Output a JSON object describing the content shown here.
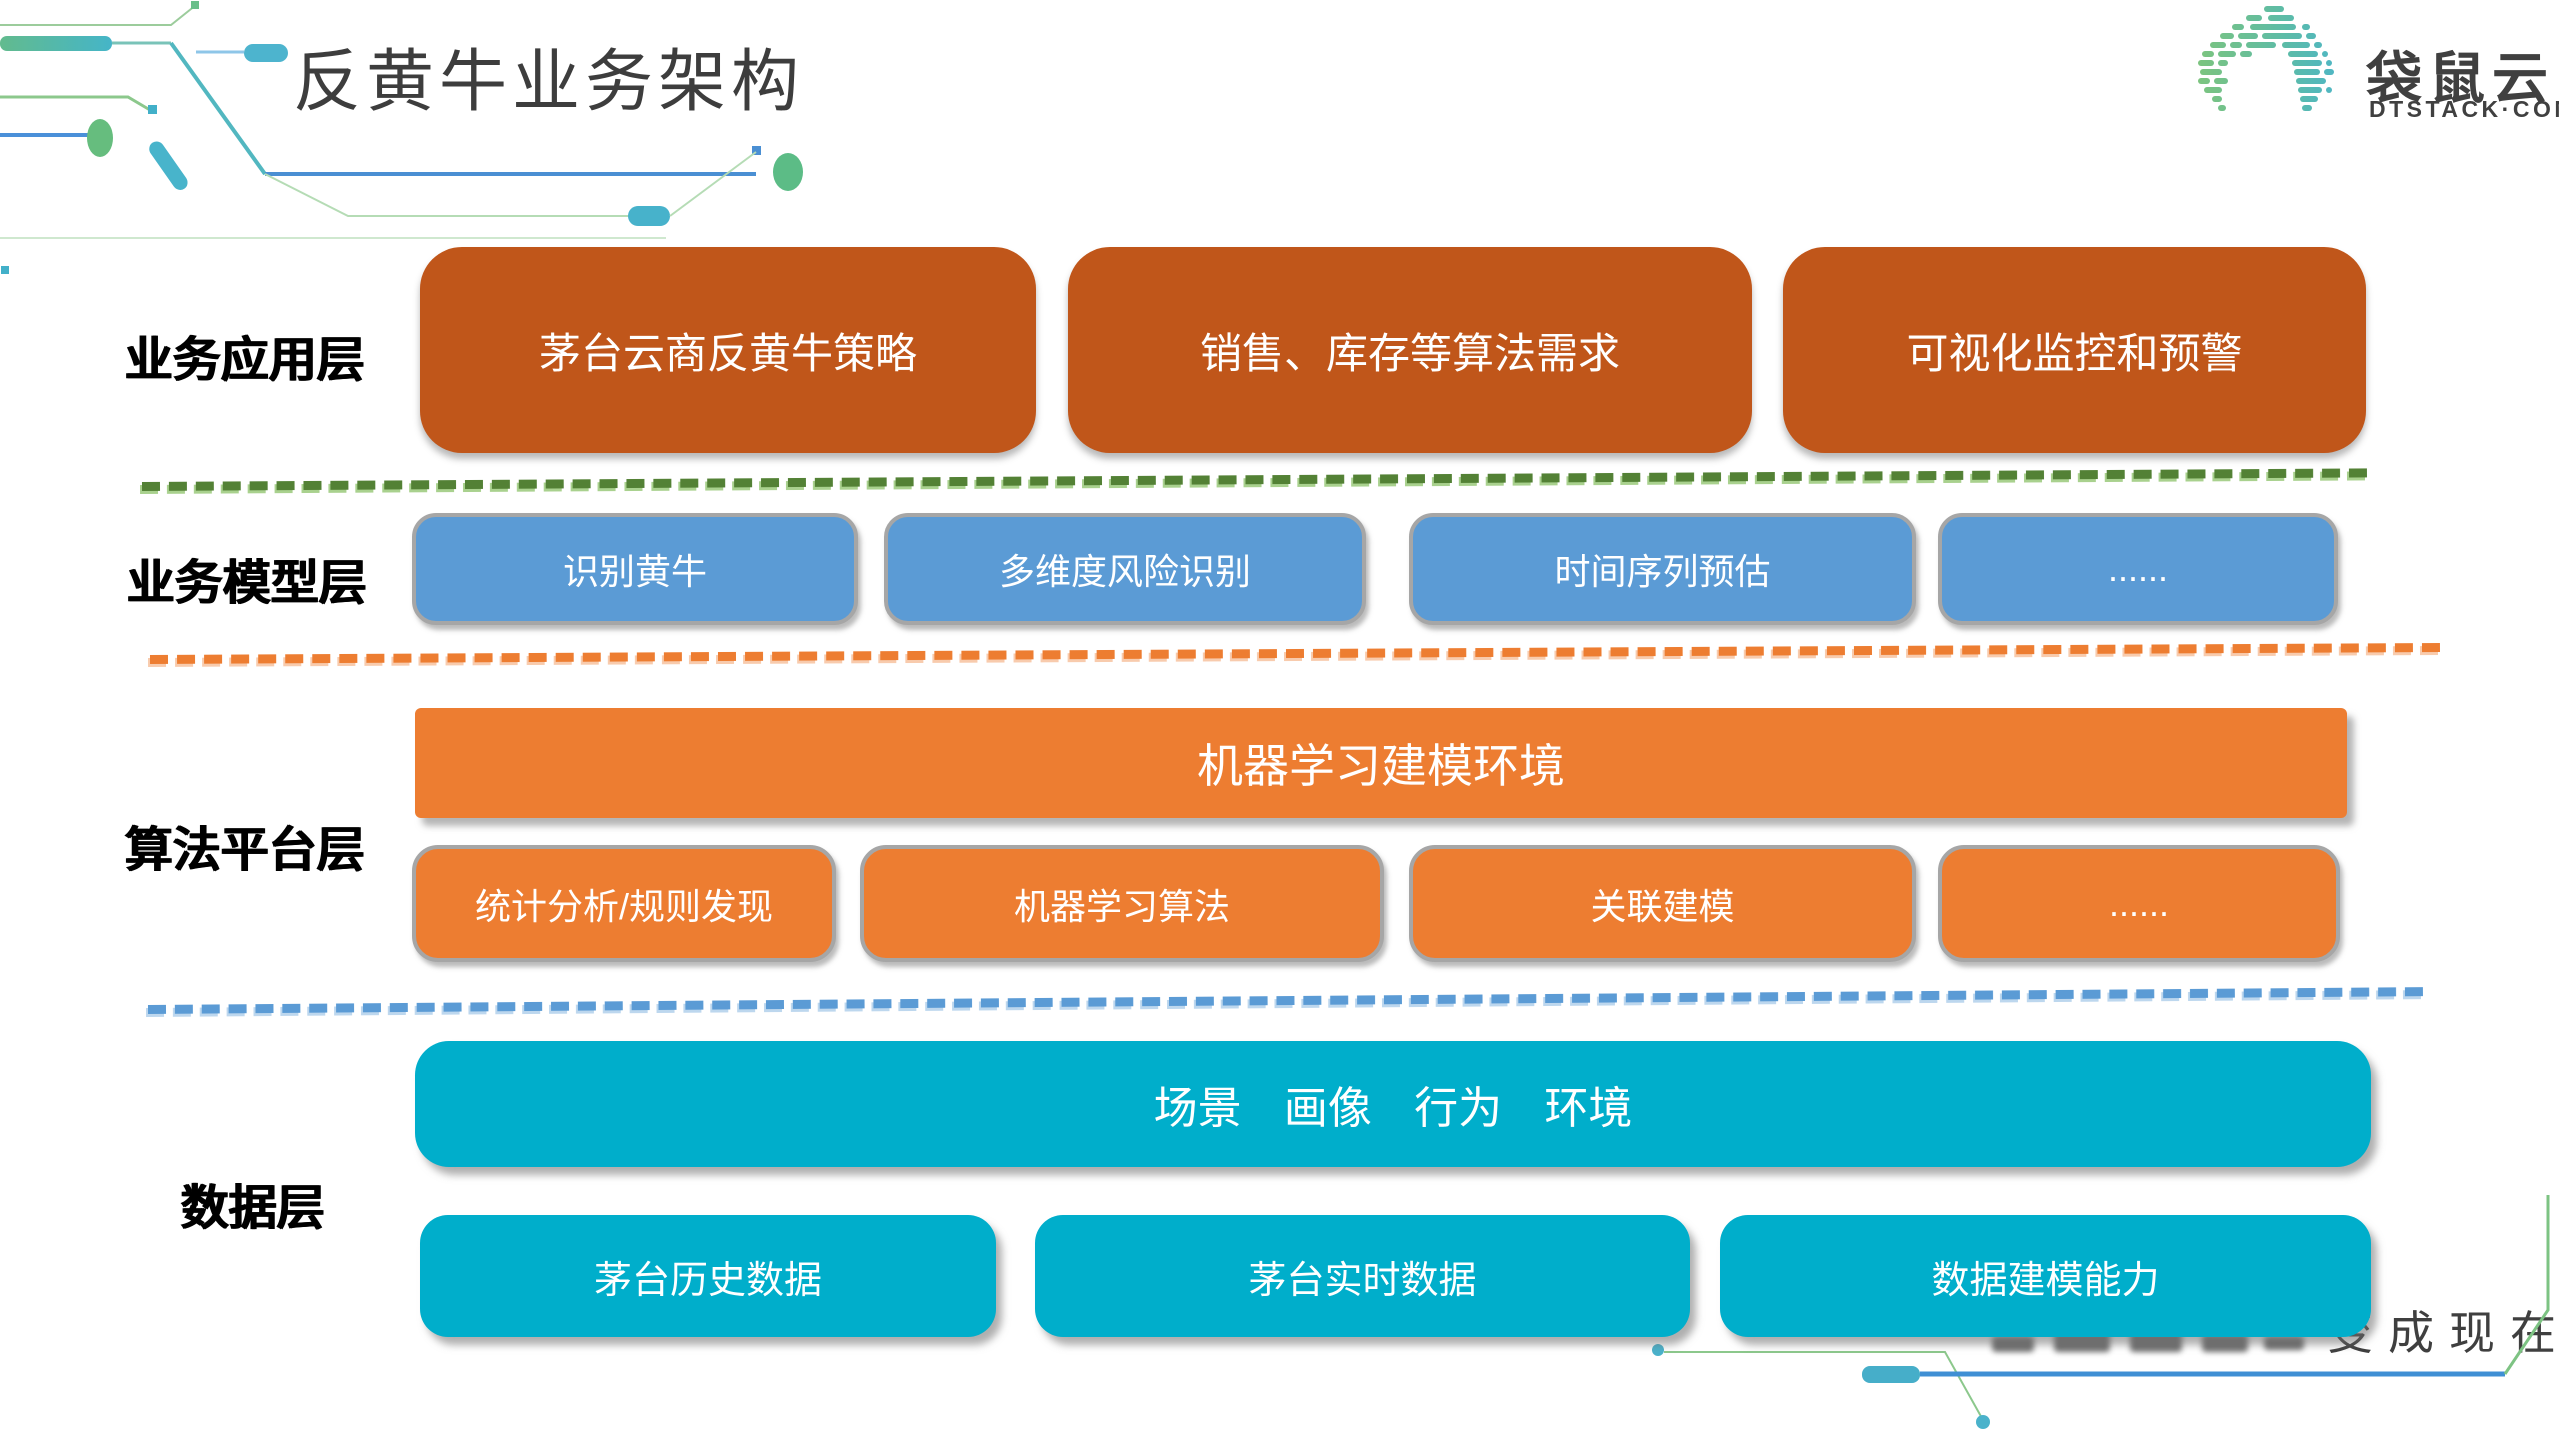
{
  "title": "反黄牛业务架构",
  "logo": {
    "brand": "袋鼠云",
    "domain": "DTSTACK·COM"
  },
  "layers": {
    "application": {
      "label": "业务应用层",
      "boxes": [
        "茅台云商反黄牛策略",
        "销售、库存等算法需求",
        "可视化监控和预警"
      ]
    },
    "model": {
      "label": "业务模型层",
      "boxes": [
        "识别黄牛",
        "多维度风险识别",
        "时间序列预估",
        "......"
      ]
    },
    "algorithm": {
      "label": "算法平台层",
      "wide_box": "机器学习建模环境",
      "boxes": [
        "统计分析/规则发现",
        "机器学习算法",
        "关联建模",
        "......"
      ]
    },
    "data": {
      "label": "数据层",
      "wide_box": "场景 画像 行为 环境",
      "boxes": [
        "茅台历史数据",
        "茅台实时数据",
        "数据建模能力"
      ]
    }
  },
  "watermark_visible_text": "变成现在",
  "colors": {
    "app_box": "#C0561A",
    "model_box": "#5B9BD5",
    "algo_box": "#ED7D31",
    "data_box": "#00AECB",
    "box_border": "#A6A6A6",
    "separator_green": "#538135",
    "separator_orange": "#ED7D31",
    "separator_blue": "#5B9BD5",
    "title_text": "#3D3D3D",
    "decor_teal": "#46B2CB",
    "decor_green": "#8CC88C",
    "decor_blue": "#4A90D9"
  }
}
